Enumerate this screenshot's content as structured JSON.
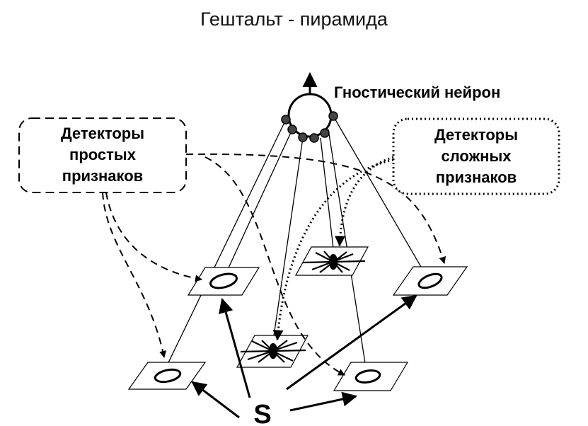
{
  "title": "Гештальт -  пирамида",
  "labels": {
    "gnostic": "Гностический нейрон",
    "simple": [
      "Детекторы",
      "простых",
      "признаков"
    ],
    "complex": [
      "Детекторы",
      "сложных",
      "признаков"
    ],
    "stimulus": "S"
  },
  "colors": {
    "ink": "#000000",
    "node": "#444444",
    "background": "#ffffff"
  }
}
